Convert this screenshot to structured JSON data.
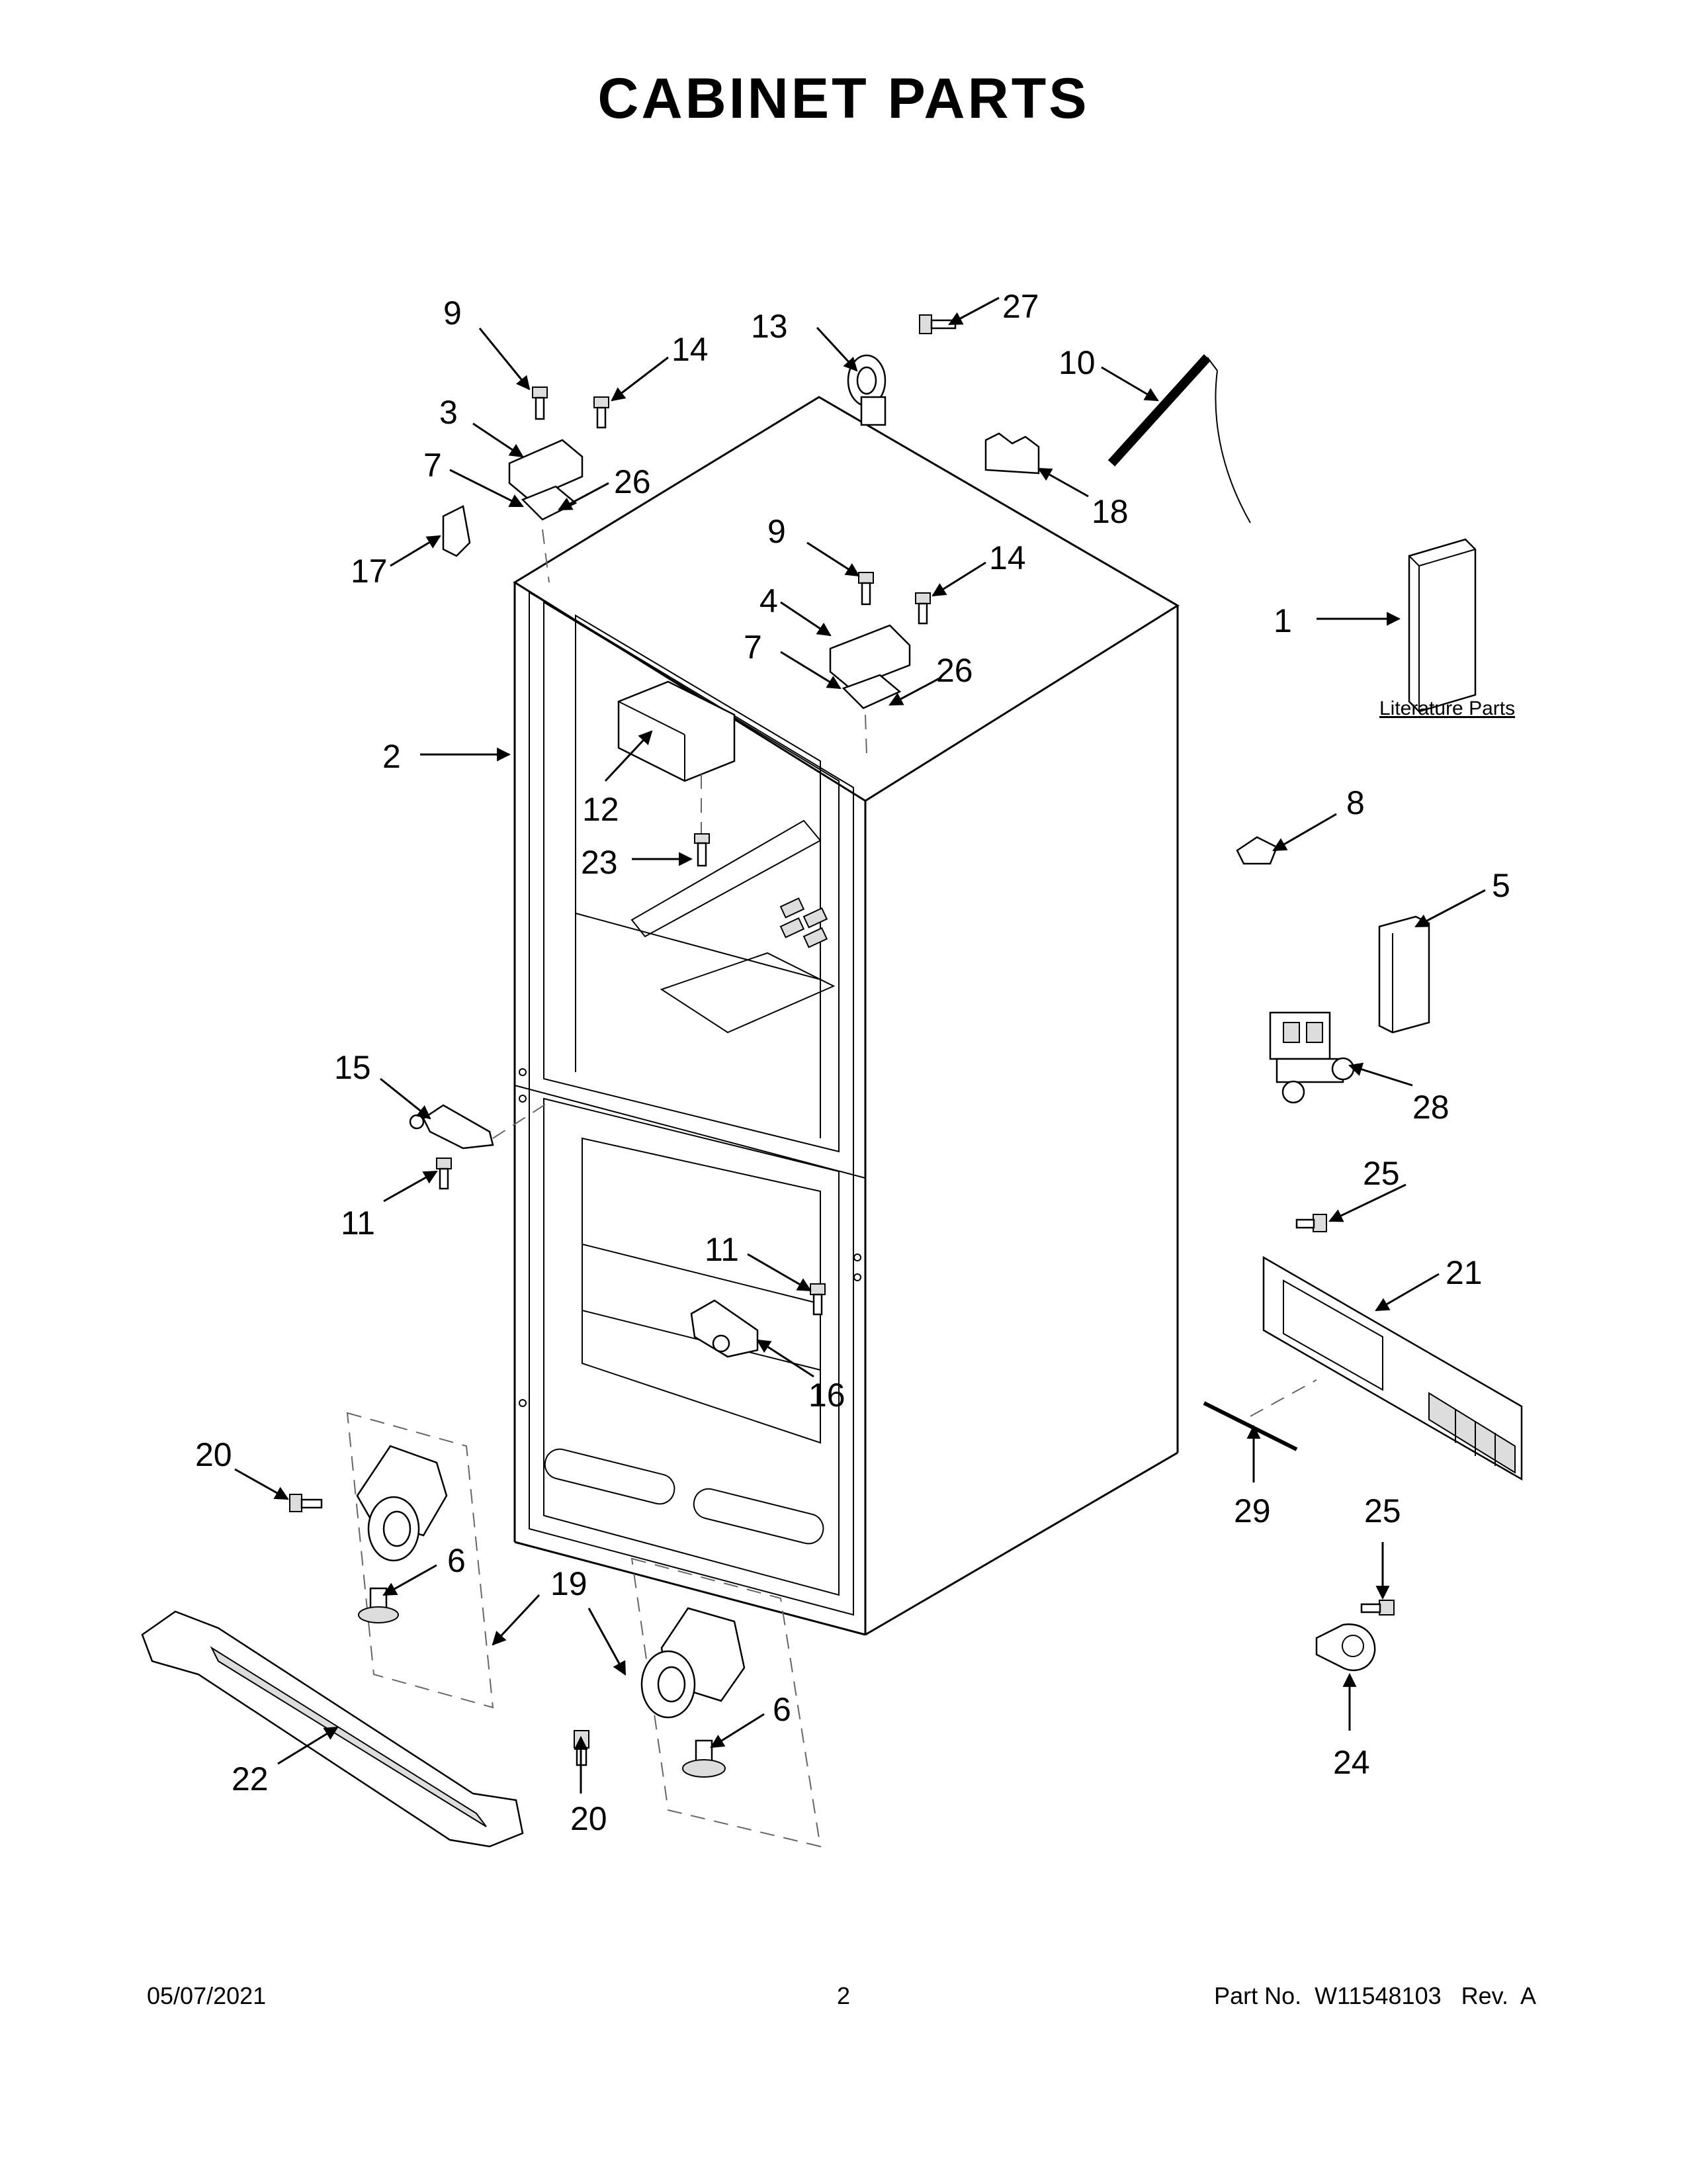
{
  "title": "CABINET PARTS",
  "literature_label": "Literature Parts",
  "callouts": [
    {
      "id": "c1",
      "label": "1"
    },
    {
      "id": "c2",
      "label": "2"
    },
    {
      "id": "c3",
      "label": "3"
    },
    {
      "id": "c4",
      "label": "4"
    },
    {
      "id": "c5",
      "label": "5"
    },
    {
      "id": "c6a",
      "label": "6"
    },
    {
      "id": "c6b",
      "label": "6"
    },
    {
      "id": "c7a",
      "label": "7"
    },
    {
      "id": "c7b",
      "label": "7"
    },
    {
      "id": "c8",
      "label": "8"
    },
    {
      "id": "c9a",
      "label": "9"
    },
    {
      "id": "c9b",
      "label": "9"
    },
    {
      "id": "c10",
      "label": "10"
    },
    {
      "id": "c11a",
      "label": "11"
    },
    {
      "id": "c11b",
      "label": "11"
    },
    {
      "id": "c12",
      "label": "12"
    },
    {
      "id": "c13",
      "label": "13"
    },
    {
      "id": "c14a",
      "label": "14"
    },
    {
      "id": "c14b",
      "label": "14"
    },
    {
      "id": "c15",
      "label": "15"
    },
    {
      "id": "c16",
      "label": "16"
    },
    {
      "id": "c17",
      "label": "17"
    },
    {
      "id": "c18",
      "label": "18"
    },
    {
      "id": "c19",
      "label": "19"
    },
    {
      "id": "c20a",
      "label": "20"
    },
    {
      "id": "c20b",
      "label": "20"
    },
    {
      "id": "c21",
      "label": "21"
    },
    {
      "id": "c22",
      "label": "22"
    },
    {
      "id": "c23",
      "label": "23"
    },
    {
      "id": "c24",
      "label": "24"
    },
    {
      "id": "c25a",
      "label": "25"
    },
    {
      "id": "c25b",
      "label": "25"
    },
    {
      "id": "c26a",
      "label": "26"
    },
    {
      "id": "c26b",
      "label": "26"
    },
    {
      "id": "c27",
      "label": "27"
    },
    {
      "id": "c28",
      "label": "28"
    },
    {
      "id": "c29",
      "label": "29"
    }
  ],
  "footer": {
    "date": "05/07/2021",
    "page": "2",
    "part_no": "Part No.  W11548103   Rev.  A"
  }
}
